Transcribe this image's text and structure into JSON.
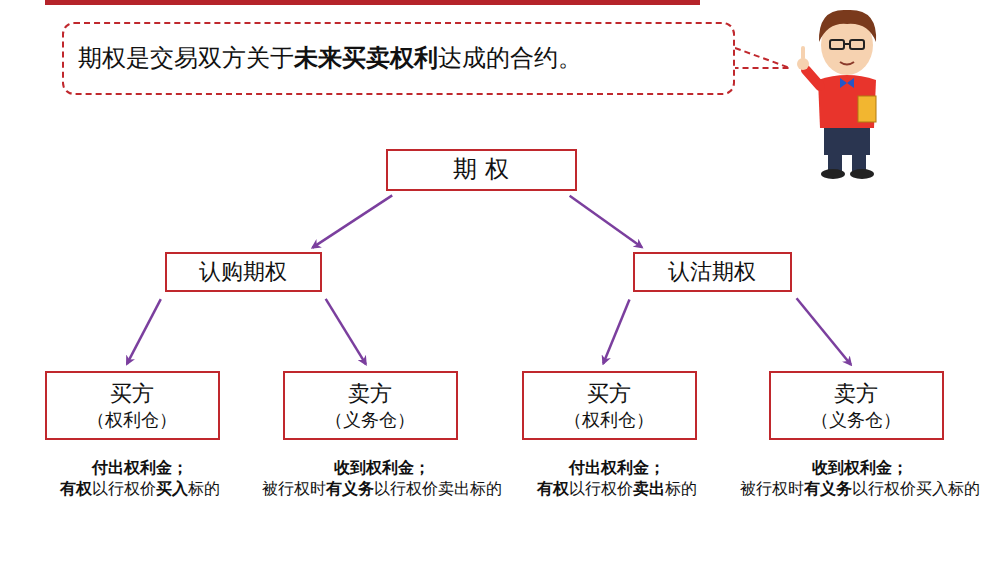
{
  "diagram": {
    "nodes": [
      {
        "text": [
          "期权是交易双方关于",
          "未来买卖权利",
          "达成的合约。"
        ]
      },
      {
        "text": [
          "期  权"
        ]
      },
      {
        "text": [
          "认购期权"
        ]
      },
      {
        "text": [
          "认沽期权"
        ]
      },
      {
        "text": [
          "买方",
          "（权利仓）"
        ]
      },
      {
        "text": [
          "卖方",
          "（义务仓）"
        ]
      },
      {
        "text": [
          "买方",
          "（权利仓）"
        ]
      },
      {
        "text": [
          "卖方",
          "（义务仓）"
        ]
      }
    ],
    "edges": [
      {
        "from": 1,
        "to": 2,
        "arrow": "to"
      },
      {
        "from": 1,
        "to": 3,
        "arrow": "to"
      },
      {
        "from": 2,
        "to": 4,
        "arrow": "to"
      },
      {
        "from": 2,
        "to": 5,
        "arrow": "to"
      },
      {
        "from": 3,
        "to": 6,
        "arrow": "to"
      },
      {
        "from": 3,
        "to": 7,
        "arrow": "to"
      }
    ],
    "labels": [
      "付出权利金；",
      "有权",
      "以行权价",
      "买入",
      "标的",
      "收到权利金；",
      "被行权时",
      "有义务",
      "以行权价卖出标的",
      "付出权利金；",
      "有权",
      "以行权价",
      "卖出",
      "标的",
      "收到权利金；",
      "被行权时",
      "有义务",
      "以行权价买入标的"
    ]
  }
}
